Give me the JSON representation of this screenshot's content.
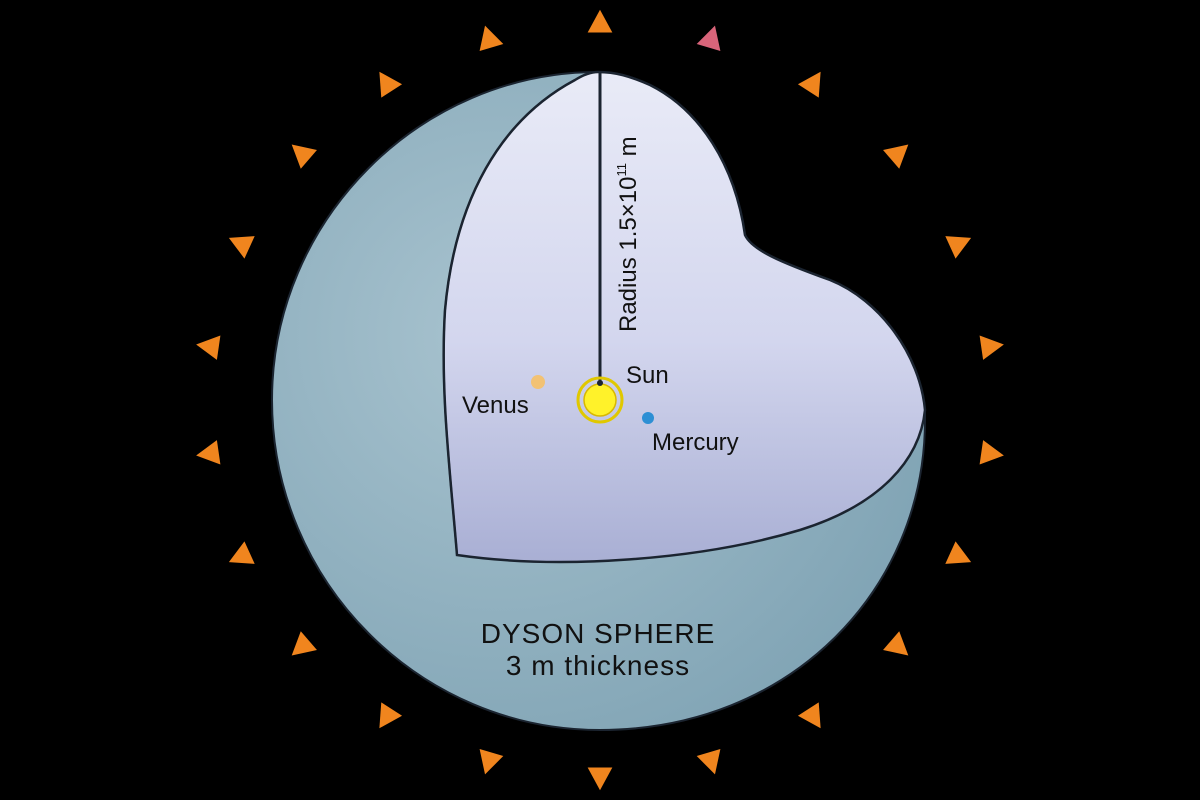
{
  "colors": {
    "background": "#000000",
    "shell_outer": "#8eafbd",
    "shell_inner_light": "#e6e8f6",
    "shell_inner_dark": "#aab0d6",
    "outline": "#1b2430",
    "sun_fill": "#fff22a",
    "sun_ring": "#e0c800",
    "venus": "#f2c274",
    "mercury": "#2d8fd4",
    "marker": "#f0851e",
    "marker_highlight": "#d9647a",
    "text": "#111111"
  },
  "icons": {
    "marker": "orange-triangle-icon",
    "sun": "sun-icon",
    "planet": "planet-dot-icon"
  },
  "labels": {
    "sun": "Sun",
    "venus": "Venus",
    "mercury": "Mercury",
    "radius_prefix": "Radius 1.5×10",
    "radius_exponent": "11",
    "radius_unit": " m",
    "title": "DYSON SPHERE",
    "subtitle": "3 m thickness"
  }
}
